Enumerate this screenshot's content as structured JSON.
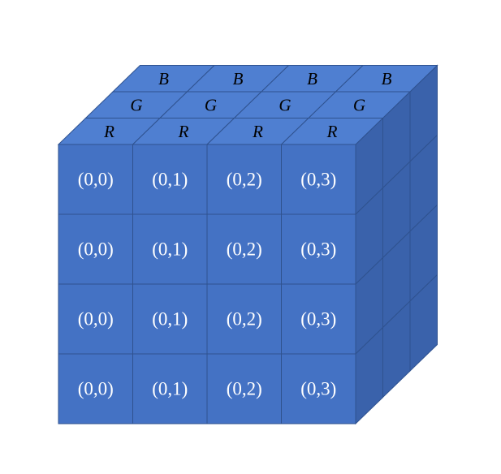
{
  "cube": {
    "front_rows": [
      [
        "(0,0)",
        "(0,1)",
        "(0,2)",
        "(0,3)"
      ],
      [
        "(0,0)",
        "(0,1)",
        "(0,2)",
        "(0,3)"
      ],
      [
        "(0,0)",
        "(0,1)",
        "(0,2)",
        "(0,3)"
      ],
      [
        "(0,0)",
        "(0,1)",
        "(0,2)",
        "(0,3)"
      ]
    ],
    "top_layers": [
      [
        "B",
        "B",
        "B",
        "B"
      ],
      [
        "G",
        "G",
        "G",
        "G"
      ],
      [
        "R",
        "R",
        "R",
        "R"
      ]
    ]
  },
  "colors": {
    "front": "#4472C4",
    "top": "#4F7FD1",
    "side": "#3A62AB",
    "edge": "#2F528F"
  }
}
